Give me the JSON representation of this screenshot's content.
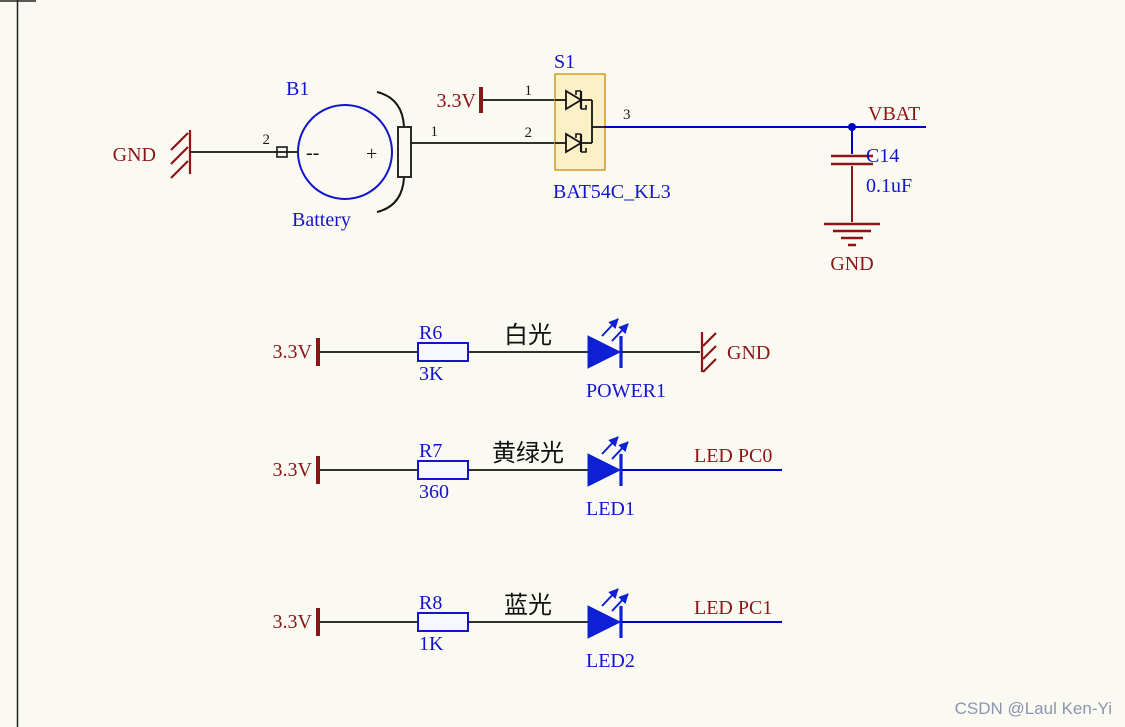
{
  "colors": {
    "background": "#FAF9F2",
    "wire_blue": "#0000C4",
    "wire_black": "#141414",
    "component_blue": "#1414CC",
    "net_red": "#8C1616",
    "led_fill": "#0E1FD6",
    "s1_fill": "#FBF0C6",
    "s1_border": "#D1992E",
    "watermark_gray": "#8B95AF"
  },
  "power_section": {
    "gnd_left_label": "GND",
    "battery_pin2": "2",
    "battery_pin1": "1",
    "battery_designator": "B1",
    "battery_name": "Battery",
    "battery_minus": "--",
    "battery_plus": "+",
    "rail_3v3": "3.3V",
    "s1_pin1": "1",
    "s1_pin2": "2",
    "s1_pin3": "3",
    "s1_designator": "S1",
    "s1_part": "BAT54C_KL3",
    "vbat_label": "VBAT",
    "cap_designator": "C14",
    "cap_value": "0.1uF",
    "gnd_bottom_label": "GND"
  },
  "led_rows": [
    {
      "rail": "3.3V",
      "r_des": "R6",
      "r_val": "3K",
      "light": "白光",
      "led_des": "POWER1",
      "net": "GND"
    },
    {
      "rail": "3.3V",
      "r_des": "R7",
      "r_val": "360",
      "light": "黄绿光",
      "led_des": "LED1",
      "net": "LED PC0"
    },
    {
      "rail": "3.3V",
      "r_des": "R8",
      "r_val": "1K",
      "light": "蓝光",
      "led_des": "LED2",
      "net": "LED PC1"
    }
  ],
  "watermark": "CSDN @Laul Ken-Yi"
}
